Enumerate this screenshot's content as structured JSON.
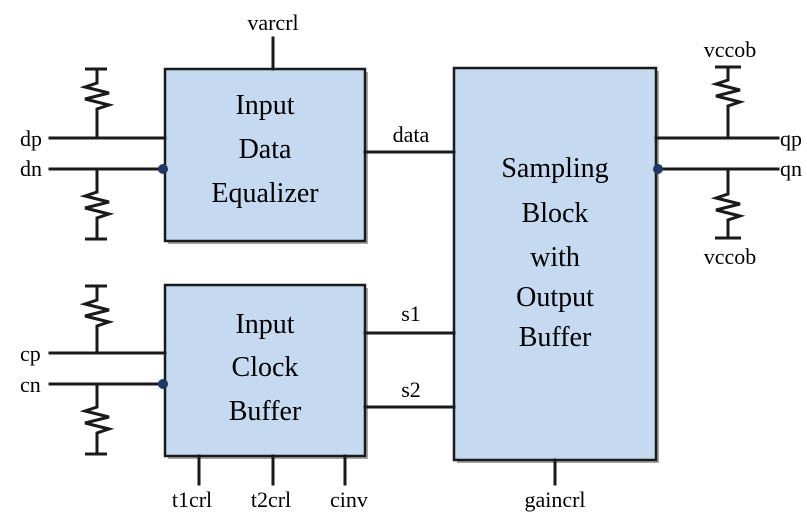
{
  "blocks": {
    "equalizer": [
      "Input",
      "Data",
      "Equalizer"
    ],
    "clock_buffer": [
      "Input",
      "Clock",
      "Buffer"
    ],
    "sampling": [
      "Sampling",
      "Block",
      "with",
      "Output",
      "Buffer"
    ]
  },
  "signals": {
    "varcrl": "varcrl",
    "dp": "dp",
    "dn": "dn",
    "data": "data",
    "cp": "cp",
    "cn": "cn",
    "s1": "s1",
    "s2": "s2",
    "t1crl": "t1crl",
    "t2crl": "t2crl",
    "cinv": "cinv",
    "gaincrl": "gaincrl",
    "qp": "qp",
    "qn": "qn",
    "vccob_top": "vccob",
    "vccob_bottom": "vccob"
  },
  "colors": {
    "block_fill": "#c5d9f1",
    "junction": "#1f3864"
  }
}
